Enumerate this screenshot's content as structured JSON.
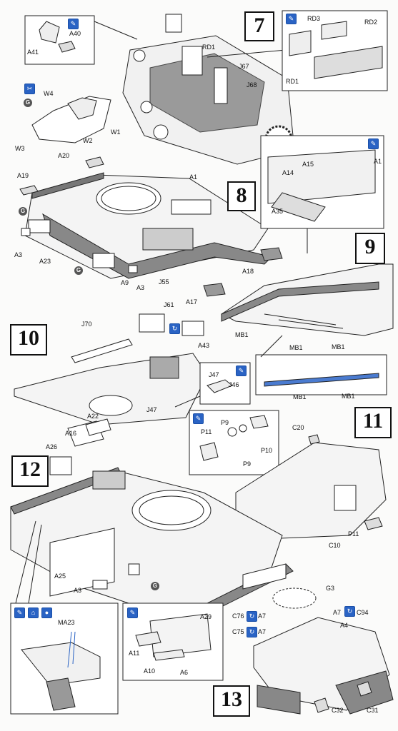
{
  "steps": {
    "s7": "7",
    "s8": "8",
    "s9": "9",
    "s10": "10",
    "s11": "11",
    "s12": "12",
    "s13": "13"
  },
  "labels": {
    "A41": "A41",
    "A40": "A40",
    "RD1": "RD1",
    "RD1b": "RD1",
    "RD2": "RD2",
    "RD3": "RD3",
    "J67": "J67",
    "J68": "J68",
    "W4": "W4",
    "W1": "W1",
    "W2": "W2",
    "W3": "W3",
    "A20": "A20",
    "A1": "A1",
    "A1b": "A1",
    "A19": "A19",
    "A3": "A3",
    "A3b": "A3",
    "A3c": "A3",
    "A23": "A23",
    "A9": "A9",
    "J55": "J55",
    "A17": "A17",
    "A18": "A18",
    "A14": "A14",
    "A15": "A15",
    "A35": "A35",
    "J61": "J61",
    "J70": "J70",
    "A43": "A43",
    "MB1a": "MB1",
    "MB1b": "MB1",
    "MB1c": "MB1",
    "MB1d": "MB1",
    "MB1e": "MB1",
    "J47": "J47",
    "J46": "J46",
    "J47b": "J47",
    "A22": "A22",
    "A16": "A16",
    "A26": "A26",
    "P9": "P9",
    "P9b": "P9",
    "P11": "P11",
    "P11b": "P11",
    "P10": "P10",
    "C20": "C20",
    "C10": "C10",
    "A25": "A25",
    "MA23": "MA23",
    "A29": "A29",
    "A11": "A11",
    "A10": "A10",
    "A6": "A6",
    "G3": "G3",
    "C76": "C76",
    "C75": "C75",
    "A7a": "A7",
    "A7b": "A7",
    "A7c": "A7",
    "C94": "C94",
    "A4": "A4",
    "C32": "C32",
    "C31": "C31"
  },
  "icons": [
    "paint-brush-icon",
    "glue-icon",
    "cut-icon",
    "rotate-icon",
    "drill-icon"
  ]
}
